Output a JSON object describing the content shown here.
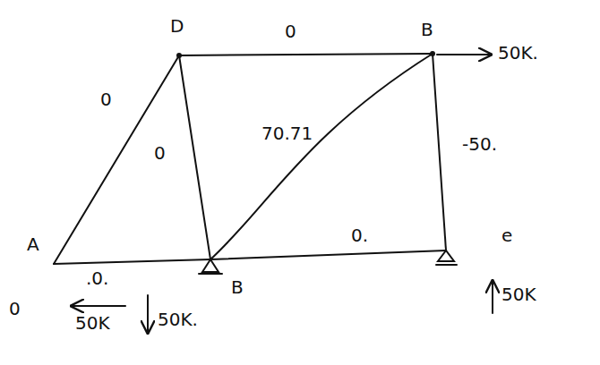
{
  "diagram": {
    "labels": [
      "D",
      "0",
      "B",
      "50K.",
      "0",
      "0",
      "70.71",
      "-50.",
      "A",
      "0.",
      "e",
      ".0.",
      "B",
      "0",
      "50K",
      "50K.",
      "50K"
    ]
  }
}
